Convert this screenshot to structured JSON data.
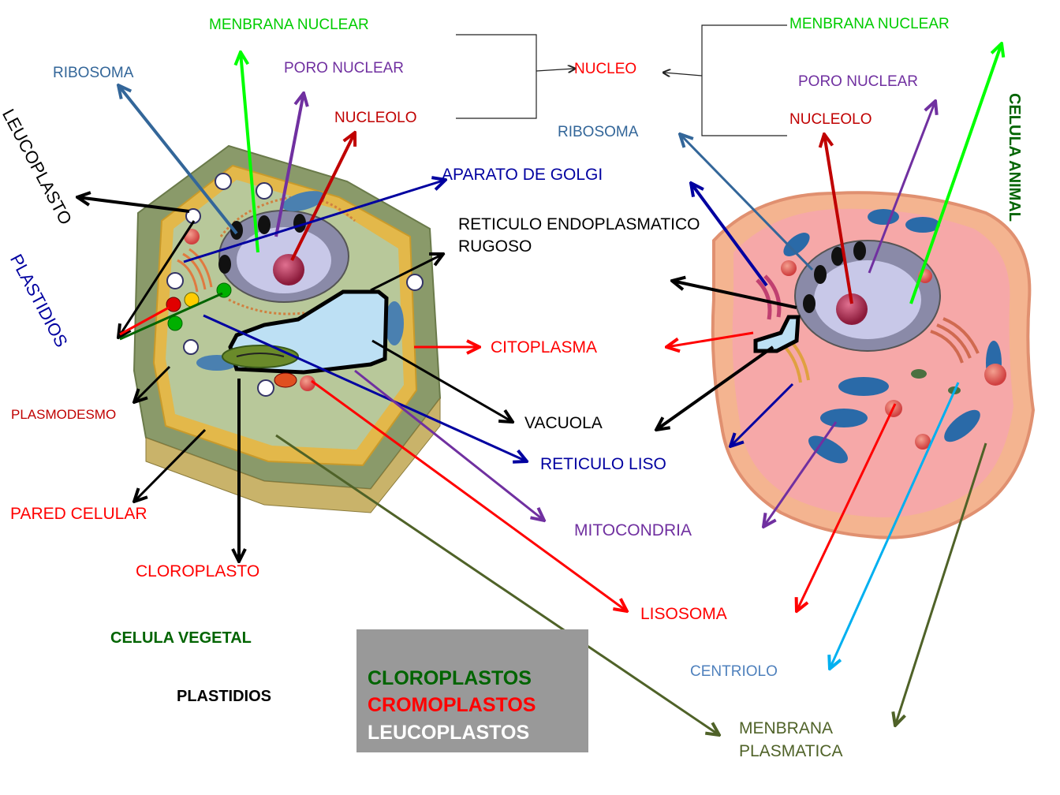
{
  "plant_labels": {
    "membrana_nuclear": "MENBRANA NUCLEAR",
    "ribosoma": "RIBOSOMA",
    "poro_nuclear": "PORO NUCLEAR",
    "nucleolo": "NUCLEOLO",
    "leucoplasto": "LEUCOPLASTO",
    "plastidios": "PLASTIDIOS",
    "plasmodesmo": "PLASMODESMO",
    "pared_celular": "PARED CELULAR",
    "cloroplasto": "CLOROPLASTO",
    "celula_vegetal": "CELULA VEGETAL",
    "plastidios_bottom": "PLASTIDIOS"
  },
  "shared_labels": {
    "nucleo": "NUCLEO",
    "ribosoma": "RIBOSOMA",
    "aparato_golgi": "APARATO DE GOLGI",
    "reticulo_rugoso_1": "RETICULO ENDOPLASMATICO",
    "reticulo_rugoso_2": "RUGOSO",
    "citoplasma": "CITOPLASMA",
    "vacuola": "VACUOLA",
    "reticulo_liso": "RETICULO LISO",
    "mitocondria": "MITOCONDRIA",
    "lisosoma": "LISOSOMA",
    "centriolo": "CENTRIOLO",
    "membrana_plasmatica_1": "MENBRANA",
    "membrana_plasmatica_2": "PLASMATICA"
  },
  "animal_labels": {
    "membrana_nuclear": "MENBRANA NUCLEAR",
    "poro_nuclear": "PORO NUCLEAR",
    "nucleolo": "NUCLEOLO",
    "celula_animal": "CELULA  ANIMAL"
  },
  "legend": {
    "items": [
      "CLOROPLASTOS",
      "CROMOPLASTOS",
      "LEUCOPLASTOS"
    ],
    "colors": [
      "#006400",
      "#ff0000",
      "#ffffff"
    ],
    "background": "#999999"
  },
  "colors": {
    "green_label": "#00cc00",
    "steel_blue": "#336699",
    "purple": "#7030a0",
    "red": "#ff0000",
    "dark_red": "#c00000",
    "navy": "#0000a0",
    "dark_green": "#006400",
    "olive": "#4f6228",
    "sky_blue": "#00b0f0"
  }
}
